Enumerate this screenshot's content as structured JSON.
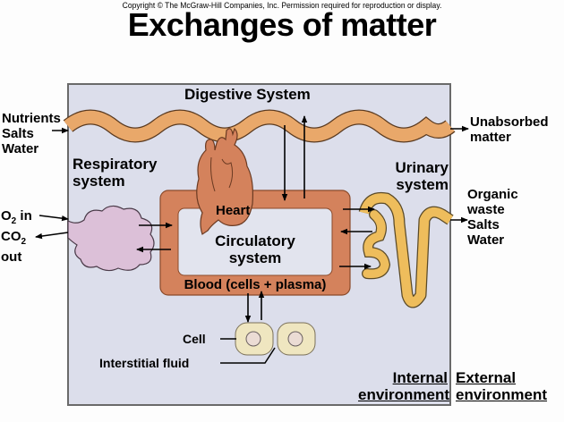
{
  "header": {
    "copyright": "Copyright © The McGraw-Hill Companies, Inc. Permission required for reproduction or display.",
    "title": "Exchanges of matter"
  },
  "systems": {
    "digestive": "Digestive System",
    "respiratory_line1": "Respiratory",
    "respiratory_line2": "system",
    "urinary_line1": "Urinary",
    "urinary_line2": "system",
    "heart": "Heart",
    "circulatory_line1": "Circulatory",
    "circulatory_line2": "system",
    "blood": "Blood (cells + plasma)"
  },
  "inputs": {
    "nutrients": [
      "Nutrients",
      "Salts",
      "Water"
    ],
    "o2_prefix": "O",
    "o2_sub": "2",
    "o2_suffix": " in",
    "co2_prefix": "CO",
    "co2_sub": "2",
    "co2_line2": "out"
  },
  "outputs": {
    "unabsorbed": [
      "Unabsorbed",
      "matter"
    ],
    "urinary_out": [
      "Organic",
      "waste",
      "Salts",
      "Water"
    ]
  },
  "cells": {
    "cell_label": "Cell",
    "interstitial_label": "Interstitial fluid"
  },
  "environments": {
    "internal": [
      "Internal",
      "environment"
    ],
    "external": [
      "External",
      "environment"
    ]
  },
  "colors": {
    "internal_bg": "#dcdeeb",
    "gut": "#e9a86a",
    "circulatory": "#d4825c",
    "lung": "#dcc0d8",
    "kidney": "#eebd5c",
    "cell": "#efe6c0"
  }
}
